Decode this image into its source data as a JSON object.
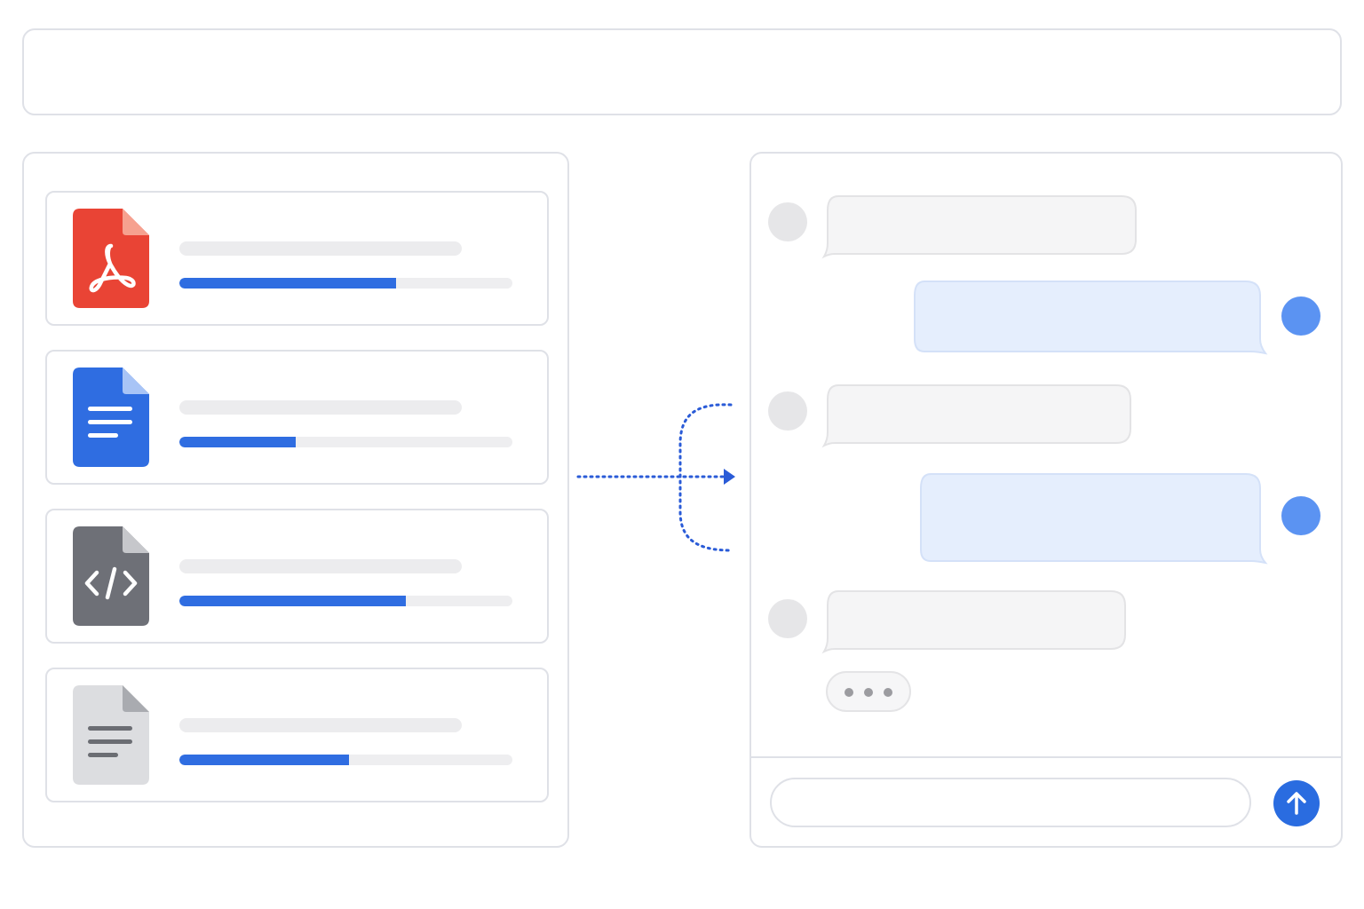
{
  "top_bar": {
    "text": ""
  },
  "files": [
    {
      "type": "pdf",
      "icon": "pdf-file-icon",
      "progress": 0.65,
      "color": "#e94435"
    },
    {
      "type": "document",
      "icon": "document-file-icon",
      "progress": 0.35,
      "color": "#2f6de1"
    },
    {
      "type": "code",
      "icon": "code-file-icon",
      "progress": 0.68,
      "color": "#6e7077"
    },
    {
      "type": "text",
      "icon": "text-file-icon",
      "progress": 0.51,
      "color": "#dcdde0"
    }
  ],
  "connector": {
    "icon": "flow-arrow-icon",
    "color": "#2a5bd7"
  },
  "chat": {
    "messages": [
      {
        "sender": "bot",
        "text": ""
      },
      {
        "sender": "user",
        "text": ""
      },
      {
        "sender": "bot",
        "text": ""
      },
      {
        "sender": "user",
        "text": ""
      },
      {
        "sender": "bot",
        "text": ""
      }
    ],
    "typing_indicator": "typing-dots-icon",
    "input": {
      "value": "",
      "placeholder": ""
    },
    "send_icon": "arrow-up-icon",
    "accent_color": "#2a6ce0"
  }
}
